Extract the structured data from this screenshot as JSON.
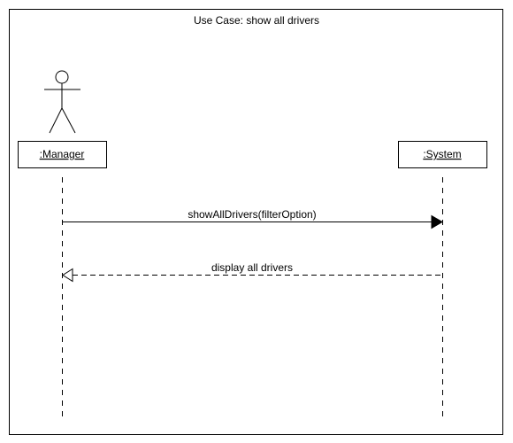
{
  "frame": {
    "title": "Use Case: show all drivers"
  },
  "lifelines": [
    {
      "id": "manager",
      "label": ":Manager",
      "has_actor_figure": true
    },
    {
      "id": "system",
      "label": ":System",
      "has_actor_figure": false
    }
  ],
  "messages": [
    {
      "label": "showAllDrivers(filterOption)",
      "from": "manager",
      "to": "system",
      "kind": "synchronous"
    },
    {
      "label": "display all drivers",
      "from": "system",
      "to": "manager",
      "kind": "return"
    }
  ],
  "colors": {
    "stroke": "#000000",
    "background": "#ffffff"
  }
}
